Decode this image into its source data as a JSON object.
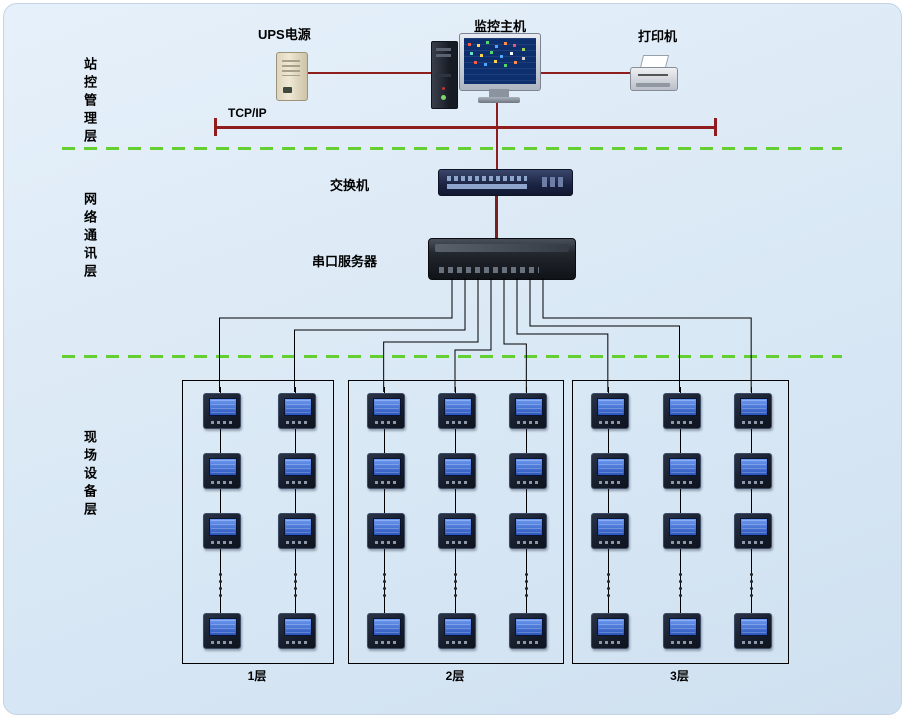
{
  "diagram": {
    "layer_labels": {
      "station_management": "站控管理层",
      "network_comm": "网络通讯层",
      "field_device": "现场设备层"
    },
    "top": {
      "ups_label": "UPS电源",
      "host_label": "监控主机",
      "printer_label": "打印机",
      "bus_label": "TCP/IP"
    },
    "network": {
      "switch_label": "交换机",
      "serial_server_label": "串口服务器"
    },
    "field": {
      "groups": [
        {
          "label": "1层",
          "columns": 2,
          "visible_meters_per_column": 4,
          "has_more_indicator": true
        },
        {
          "label": "2层",
          "columns": 3,
          "visible_meters_per_column": 4,
          "has_more_indicator": true
        },
        {
          "label": "3层",
          "columns": 3,
          "visible_meters_per_column": 4,
          "has_more_indicator": true
        }
      ]
    },
    "colors": {
      "bus_line": "#8f1d1d",
      "divider_green": "#63cf30",
      "wire_black": "#000000",
      "panel_bg": "#d9e8f5"
    }
  }
}
